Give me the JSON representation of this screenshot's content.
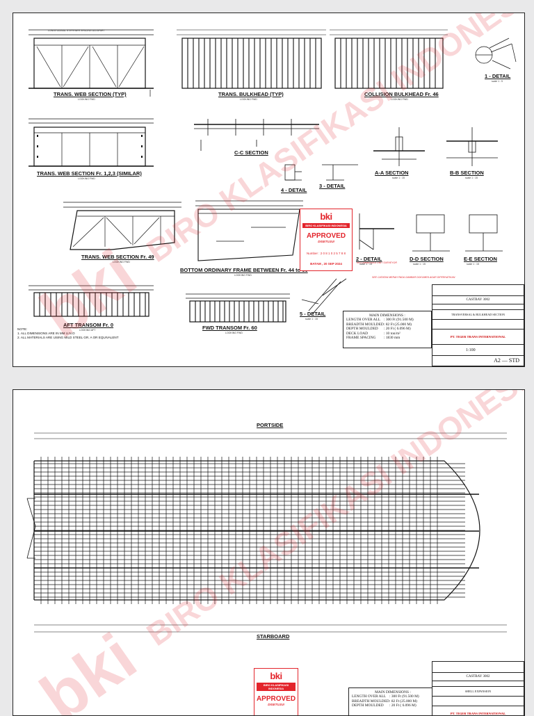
{
  "sheet1": {
    "sections": {
      "trans_web": {
        "title": "TRANS. WEB SECTION (TYP)",
        "sub": "LOOKING FWD"
      },
      "trans_bulkhead": {
        "title": "TRANS. BULKHEAD (TYP)",
        "sub": "LOOKING FWD"
      },
      "collision": {
        "title": "COLLISION BULKHEAD Fr. 46",
        "sub": "LOOKING FWD"
      },
      "detail1": {
        "title": "1 - DETAIL",
        "sub": "scale 1 : 5"
      },
      "trans_web_123": {
        "title": "TRANS. WEB SECTION Fr. 1,2,3 (SIMILAR)",
        "sub": "LOOKING FWD"
      },
      "cc": {
        "title": "C-C SECTION"
      },
      "detail4": {
        "title": "4 - DETAIL"
      },
      "detail3": {
        "title": "3 - DETAIL"
      },
      "aa": {
        "title": "A-A SECTION",
        "sub": "scale 1 : 15"
      },
      "bb": {
        "title": "B-B SECTION",
        "sub": "scale 1 : 15"
      },
      "trans_web_49": {
        "title": "TRANS. WEB SECTION Fr. 49",
        "sub": "LOOKING FWD"
      },
      "bottom_frame": {
        "title": "BOTTOM ORDINARY FRAME BETWEEN Fr. 44 to 60",
        "sub": "LOOKING FWD"
      },
      "detail2": {
        "title": "2 - DETAIL",
        "sub": "scale 1 : 15"
      },
      "dd": {
        "title": "D-D SECTION",
        "sub": "scale 1 : 15"
      },
      "ee": {
        "title": "E-E SECTION",
        "sub": "scale 1 : 15"
      },
      "aft_transom": {
        "title": "AFT TRANSOM Fr. 0",
        "sub": "LOOKING AFT"
      },
      "fwd_transom": {
        "title": "FWD TRANSOM Fr. 60",
        "sub": "LOOKING FWD"
      },
      "detail5": {
        "title": "5 - DETAIL",
        "sub": "scale 1 : 15"
      }
    },
    "stiffener_note": "LONGITUDINAL STIFFENER SPACING 625 APART",
    "notes": {
      "heading": "NOTE:",
      "n1": "1.    ALL DIMENSIONS ARE IN MM U.N.O",
      "n2": "2.    ALL MATERIALS ARE USING MILD STEEL GR. A OR EQUIVALENT"
    },
    "red_notes": {
      "r1": "RECOMMENDED UNIT SURVEYOR",
      "r2": "SEE CATATAN MERAH PADA GAMBAR DOKUMEN AGAR DIPERHATIKAN"
    },
    "dims": {
      "title": "MAIN DIMENSIONS :",
      "loa_k": "LENGTH OVER ALL",
      "loa_v": ": 300 Ft (91.500 M)",
      "b_k": "BREADTH MOULDED",
      "b_v": ": 82 Ft (25.000 M)",
      "d_k": "DEPTH MOULDED",
      "d_v": ": 20 Ft ( 6.096 M)",
      "dl_k": "DECK LOAD",
      "dl_v": ": 10 ton/m²",
      "fs_k": "FRAME SPACING",
      "fs_v": ": 1830 mm"
    },
    "titleblock": {
      "project": "CASTBAY 3002",
      "drawing": "TRANSVERSAL & BULKHEAD SECTION",
      "company": "PT. TIGER TRANS INTERNATIONAL",
      "scale": "1:100",
      "size": "A2 — STD"
    },
    "stamp": {
      "logo": "bki",
      "org": "BIRO KLASIFIKASI INDONESIA",
      "approved": "APPROVED",
      "disetujui": "DISETUJUI",
      "number": "Number : 2 0 8 1 0 2 5 7 8 8",
      "batam": "BATAM , 20 SEP 2024"
    },
    "watermark": "BIRO KLASIFIKASI INDONESIA"
  },
  "sheet2": {
    "portside": "PORTSIDE",
    "starboard": "STARBOARD",
    "dims": {
      "title": "MAIN DIMENSIONS :",
      "loa_k": "LENGTH OVER ALL",
      "loa_v": ": 300 Ft (91.500 M)",
      "b_k": "BREADTH MOULDED",
      "b_v": ": 82 Ft (25.000 M)",
      "d_k": "DEPTH MOULDED",
      "d_v": ": 20 Ft ( 6.096 M)"
    },
    "titleblock": {
      "project": "CASTBAY 3002",
      "drawing": "SHELL EXPANSION",
      "company": "PT. TIGER TRANS INTERNATIONAL"
    },
    "stamp": {
      "logo": "bki",
      "org": "BIRO KLASIFIKASI INDONESIA",
      "approved": "APPROVED",
      "disetujui": "DISETUJUI"
    },
    "watermark": "BIRO KLASIFIKASI INDONESIA"
  }
}
